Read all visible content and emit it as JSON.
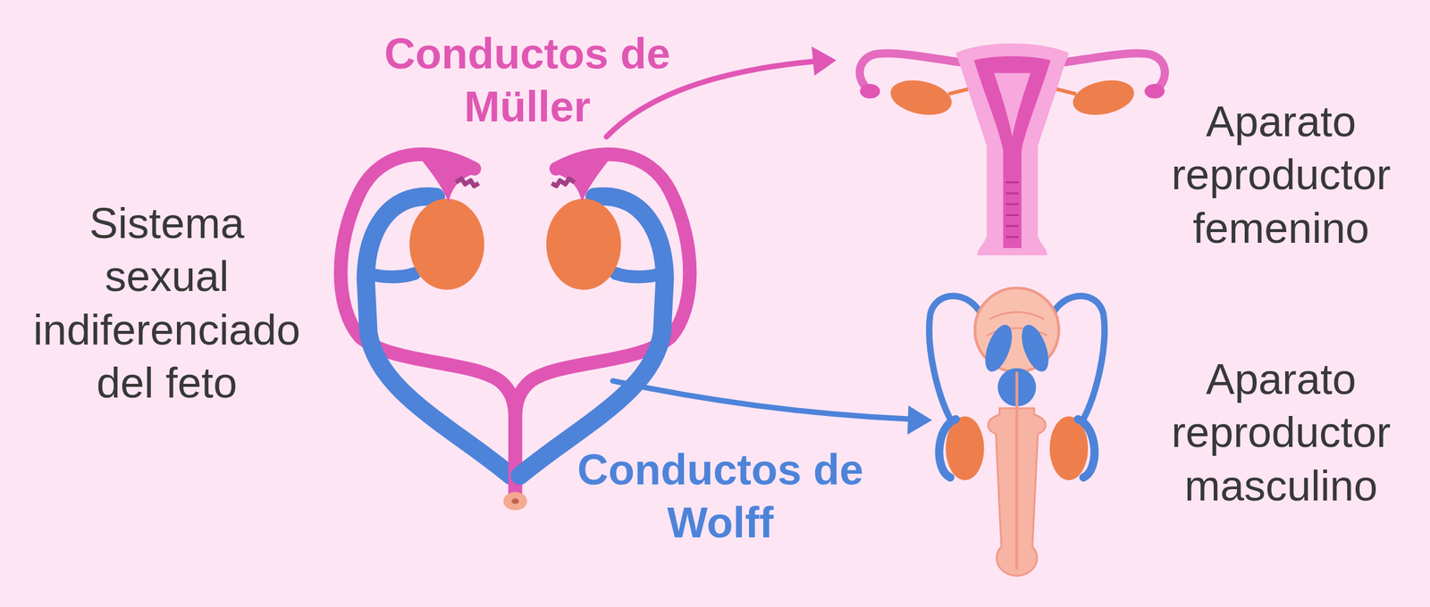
{
  "diagram": {
    "labels": [
      "Conductos de Müller",
      "Sistema sexual indiferenciado del feto",
      "Aparato reproductor femenino",
      "Aparato reproductor masculino",
      "Conductos de Wolff"
    ]
  }
}
